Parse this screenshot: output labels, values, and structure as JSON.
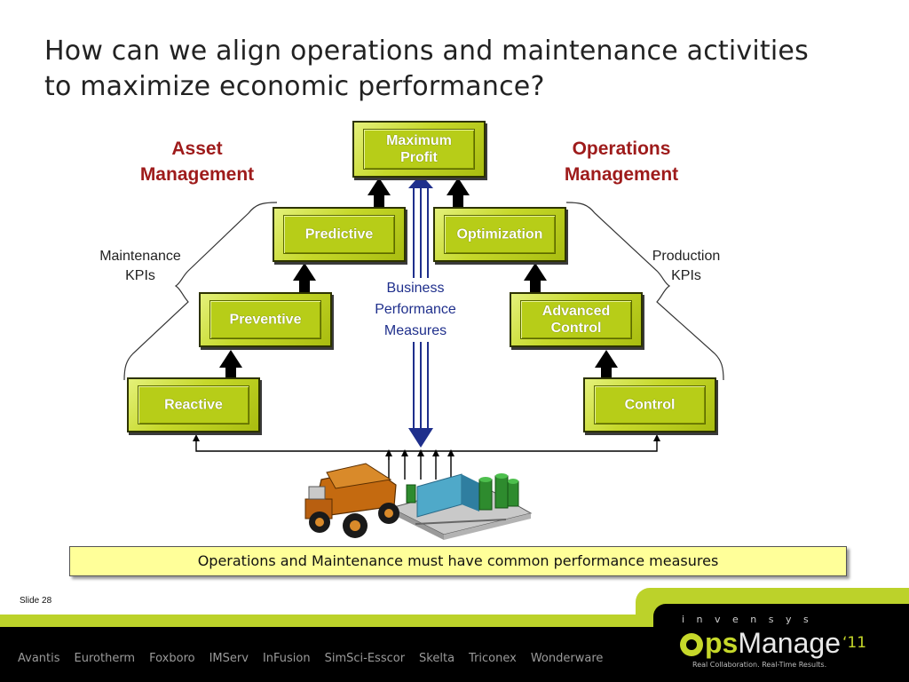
{
  "slide": {
    "title": "How can we align operations and maintenance activities to maximize economic performance?",
    "slide_number": "Slide 28"
  },
  "diagram": {
    "top_box": "Maximum Profit",
    "asset_management": {
      "heading": "Asset Management",
      "kpi_label": "Maintenance KPIs",
      "levels": [
        "Reactive",
        "Preventive",
        "Predictive"
      ]
    },
    "operations_management": {
      "heading": "Operations Management",
      "kpi_label": "Production KPIs",
      "levels": [
        "Control",
        "Advanced Control",
        "Optimization"
      ]
    },
    "center_label": "Business Performance Measures",
    "plant_illustration": "haul-truck-and-plant"
  },
  "banner": "Operations and Maintenance must have common performance measures",
  "footer": {
    "brands": [
      "Avantis",
      "Eurotherm",
      "Foxboro",
      "IMServ",
      "InFusion",
      "SimSci-Esscor",
      "Skelta",
      "Triconex",
      "Wonderware"
    ],
    "company": "i n v e n s y s",
    "logo_ops": "ps",
    "logo_manage": "Manage",
    "logo_year": "‘11",
    "tagline": "Real Collaboration. Real-Time Results."
  },
  "colors": {
    "box_green": "#b7cd18",
    "heading_red": "#9e1b1b",
    "center_blue": "#1f2f8c",
    "banner_yellow": "#ffff99",
    "footer_green": "#bcd22a"
  }
}
